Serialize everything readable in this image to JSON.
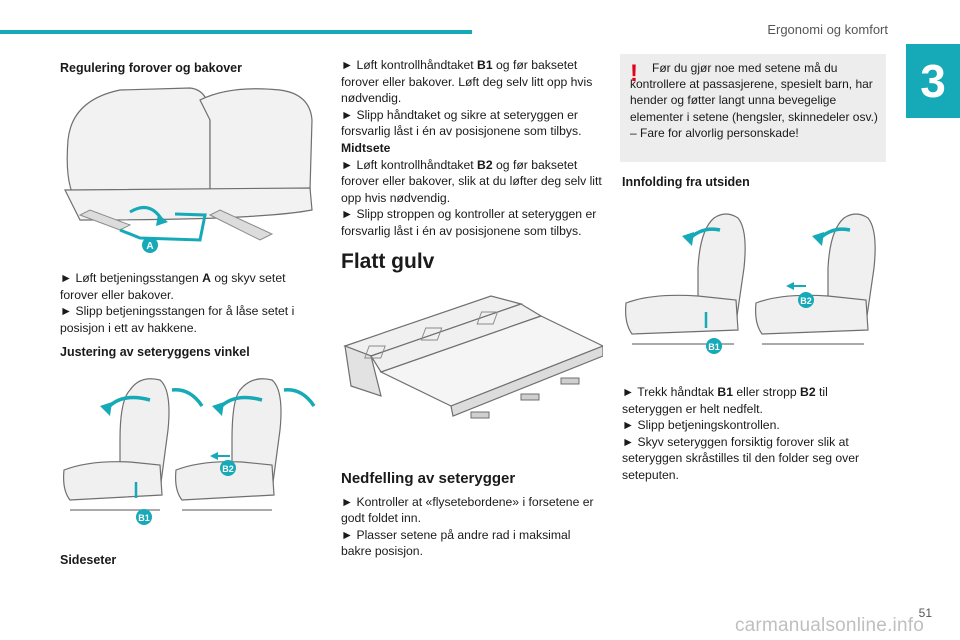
{
  "header": {
    "title": "Ergonomi og komfort",
    "chapter": "3"
  },
  "col1": {
    "heading1": "Regulering forover og bakover",
    "fig1_label": "A",
    "bullet1_pre": "► Løft betjeningsstangen ",
    "bullet1_bold": "A",
    "bullet1_post": " og skyv setet forover eller bakover.",
    "bullet2": "► Slipp betjeningsstangen for å låse setet i posisjon i ett av hakkene.",
    "heading2": "Justering av seteryggens vinkel",
    "fig2_label_b1": "B1",
    "fig2_label_b2": "B2",
    "caption": "Sideseter"
  },
  "col2": {
    "b1_pre": "► Løft kontrollhåndtaket ",
    "b1_bold": "B1",
    "b1_post": " og før baksetet forover eller bakover. Løft deg selv litt opp hvis nødvendig.",
    "b2": "► Slipp håndtaket og sikre at seteryggen er forsvarlig låst i én av posisjonene som tilbys.",
    "mid_heading": "Midtsete",
    "b3_pre": "► Løft kontrollhåndtaket ",
    "b3_bold": "B2",
    "b3_post": " og før baksetet forover eller bakover, slik at du løfter deg selv litt opp hvis nødvendig.",
    "b4": "► Slipp stroppen og kontroller at seteryggen er forsvarlig låst i én av posisjonene som tilbys.",
    "section_title": "Flatt gulv",
    "sub_title": "Nedfelling av seterygger",
    "b5": "► Kontroller at «flysetebordene» i forsetene er godt foldet inn.",
    "b6": "► Plasser setene på andre rad i maksimal bakre posisjon."
  },
  "col3": {
    "warning_icon": "!",
    "warning": "Før du gjør noe med setene må du kontrollere at passasjerene, spesielt barn, har hender og føtter langt unna bevegelige elementer i setene (hengsler, skinnedeler osv.) – Fare for alvorlig personskade!",
    "heading": "Innfolding fra utsiden",
    "b1_pre": "► Trekk håndtak ",
    "b1_bold": "B1",
    "b1_mid": " eller stropp ",
    "b1_bold2": "B2",
    "b1_post": " til seteryggen er helt nedfelt.",
    "b2": "► Slipp betjeningskontrollen.",
    "b3": "► Skyv seteryggen forsiktig forover slik at seteryggen skråstilles til den folder seg over seteputen."
  },
  "footer": {
    "page": "51",
    "watermark": "carmanualsonline.info"
  },
  "colors": {
    "accent": "#16a9b8",
    "warning": "#e2001a",
    "box": "#ededed"
  }
}
